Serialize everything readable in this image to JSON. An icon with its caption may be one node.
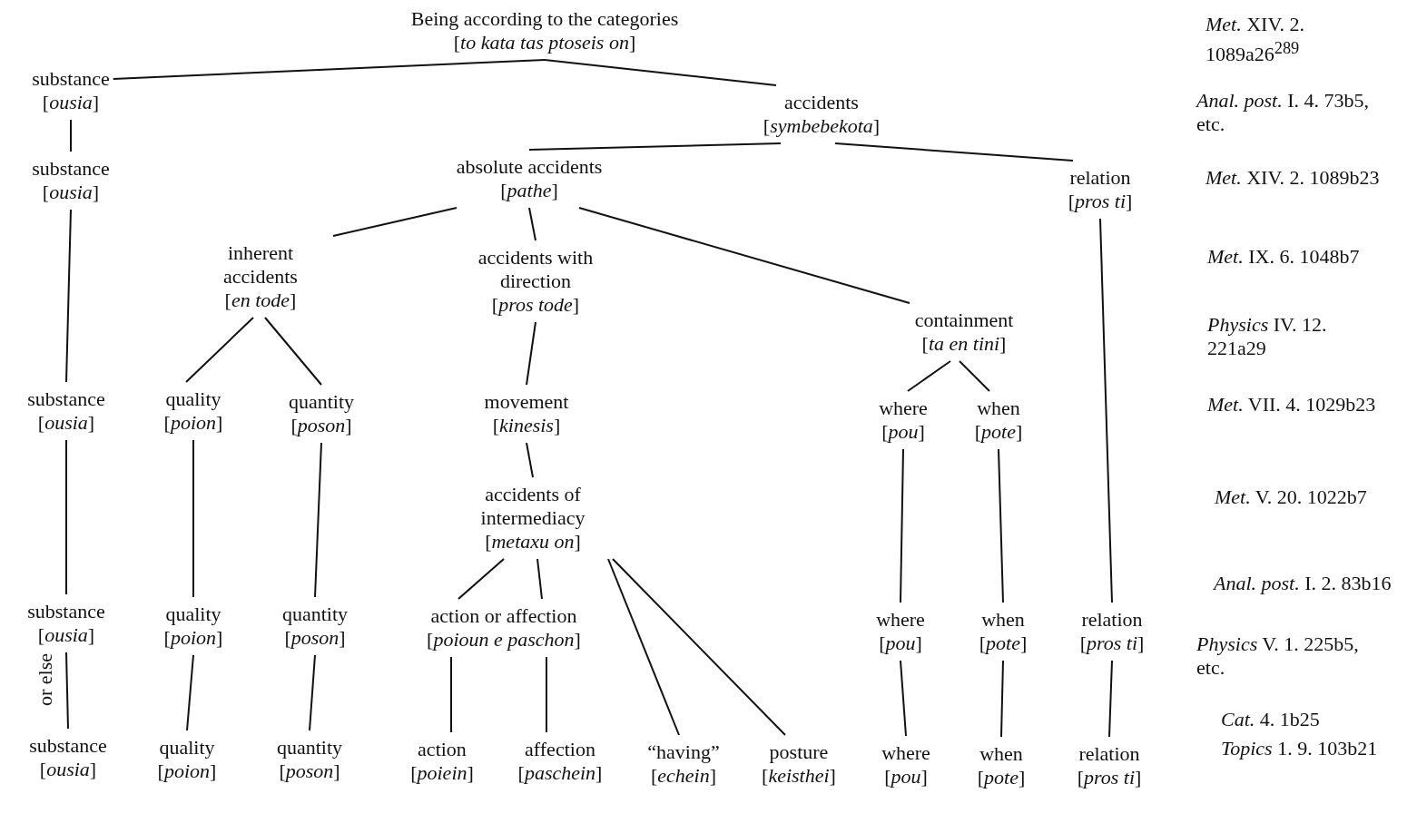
{
  "diagram": {
    "nodes": [
      {
        "text": [
          "substance",
          "[*ousia*]"
        ]
      },
      {
        "text": [
          "accidents",
          "[*symbebekota*]"
        ]
      },
      {
        "text": [
          "substance",
          "[*ousia*]"
        ]
      },
      {
        "text": [
          "absolute accidents",
          "[*pathe*]"
        ]
      },
      {
        "text": [
          "relation",
          "[*pros ti*]"
        ]
      },
      {
        "text": [
          "inherent accidents",
          "[*en tode*]"
        ]
      },
      {
        "text": [
          "accidents with direction",
          "[*pros tode*]"
        ]
      },
      {
        "text": [
          "containment",
          "[*ta en tini*]"
        ]
      },
      {
        "text": [
          "substance",
          "[*ousia*]"
        ]
      },
      {
        "text": [
          "quality",
          "[*poion*]"
        ]
      },
      {
        "text": [
          "quantity",
          "[*poson*]"
        ]
      },
      {
        "text": [
          "movement",
          "[*kinesis*]"
        ]
      },
      {
        "text": [
          "where",
          "[*pou*]"
        ]
      },
      {
        "text": [
          "when",
          "[*pote*]"
        ]
      },
      {
        "text": [
          "accidents of intermediacy",
          "[*metaxu on*]"
        ]
      },
      {
        "text": [
          "substance",
          "[*ousia*]"
        ]
      },
      {
        "text": [
          "quality",
          "[*poion*]"
        ]
      },
      {
        "text": [
          "quantity",
          "[*poson*]"
        ]
      },
      {
        "text": [
          "action or affection",
          "[*poioun e paschon*]"
        ]
      },
      {
        "text": [
          "where",
          "[*pou*]"
        ]
      },
      {
        "text": [
          "when",
          "[*pote*]"
        ]
      },
      {
        "text": [
          "relation",
          "[*pros ti*]"
        ]
      },
      {
        "text": [
          "substance",
          "[*ousia*]"
        ]
      },
      {
        "text": [
          "quality",
          "[*poion*]"
        ]
      },
      {
        "text": [
          "quantity",
          "[*poson*]"
        ]
      },
      {
        "text": [
          "action",
          "[*poiein*]"
        ]
      },
      {
        "text": [
          "affection",
          "[*paschein*]"
        ]
      },
      {
        "text": [
          "“having”",
          "[*echein*]"
        ]
      },
      {
        "text": [
          "posture",
          "[*keisthei*]"
        ]
      },
      {
        "text": [
          "where",
          "[*pou*]"
        ]
      },
      {
        "text": [
          "when",
          "[*pote*]"
        ]
      },
      {
        "text": [
          "relation",
          "[*pros ti*]"
        ]
      },
      {
        "text": [
          "Being according to the categories",
          "[*to kata tas ptoseis on*]"
        ]
      }
    ],
    "edges": [
      {
        "from": 32,
        "to": 0,
        "arrow": "none"
      },
      {
        "from": 32,
        "to": 1,
        "arrow": "none"
      },
      {
        "from": 0,
        "to": 2,
        "arrow": "none"
      },
      {
        "from": 1,
        "to": 3,
        "arrow": "none"
      },
      {
        "from": 1,
        "to": 4,
        "arrow": "none"
      },
      {
        "from": 2,
        "to": 8,
        "arrow": "none"
      },
      {
        "from": 3,
        "to": 5,
        "arrow": "none"
      },
      {
        "from": 3,
        "to": 6,
        "arrow": "none"
      },
      {
        "from": 3,
        "to": 7,
        "arrow": "none"
      },
      {
        "from": 4,
        "to": 21,
        "arrow": "none"
      },
      {
        "from": 5,
        "to": 9,
        "arrow": "none"
      },
      {
        "from": 5,
        "to": 10,
        "arrow": "none"
      },
      {
        "from": 6,
        "to": 11,
        "arrow": "none"
      },
      {
        "from": 7,
        "to": 12,
        "arrow": "none"
      },
      {
        "from": 7,
        "to": 13,
        "arrow": "none"
      },
      {
        "from": 8,
        "to": 15,
        "arrow": "none"
      },
      {
        "from": 9,
        "to": 16,
        "arrow": "none"
      },
      {
        "from": 10,
        "to": 17,
        "arrow": "none"
      },
      {
        "from": 11,
        "to": 14,
        "arrow": "none"
      },
      {
        "from": 12,
        "to": 19,
        "arrow": "none"
      },
      {
        "from": 13,
        "to": 20,
        "arrow": "none"
      },
      {
        "from": 14,
        "to": 18,
        "arrow": "none"
      },
      {
        "from": 14,
        "to": 18,
        "arrow": "none"
      },
      {
        "from": 14,
        "to": 27,
        "arrow": "none"
      },
      {
        "from": 14,
        "to": 28,
        "arrow": "none"
      },
      {
        "from": 15,
        "to": 22,
        "arrow": "none",
        "label": "or else"
      },
      {
        "from": 16,
        "to": 23,
        "arrow": "none"
      },
      {
        "from": 17,
        "to": 24,
        "arrow": "none"
      },
      {
        "from": 18,
        "to": 25,
        "arrow": "none"
      },
      {
        "from": 18,
        "to": 26,
        "arrow": "none"
      },
      {
        "from": 19,
        "to": 29,
        "arrow": "none"
      },
      {
        "from": 20,
        "to": 30,
        "arrow": "none"
      },
      {
        "from": 21,
        "to": 31,
        "arrow": "none"
      }
    ],
    "labels": [
      "*Met.* XIV. 2. 1089a26$^{289}$",
      "*Anal. post.* I. 4. 73b5, etc.",
      "*Met.* XIV. 2. 1089b23",
      "*Met.* IX. 6. 1048b7",
      "*Physics* IV. 12. 221a29",
      "*Met.* VII. 4. 1029b23",
      "*Met.* V. 20. 1022b7",
      "*Anal. post.* I. 2. 83b16",
      "*Physics* V. 1. 225b5, etc.",
      "*Cat.* 4. 1b25",
      "*Topics* 1. 9. 103b21"
    ]
  }
}
